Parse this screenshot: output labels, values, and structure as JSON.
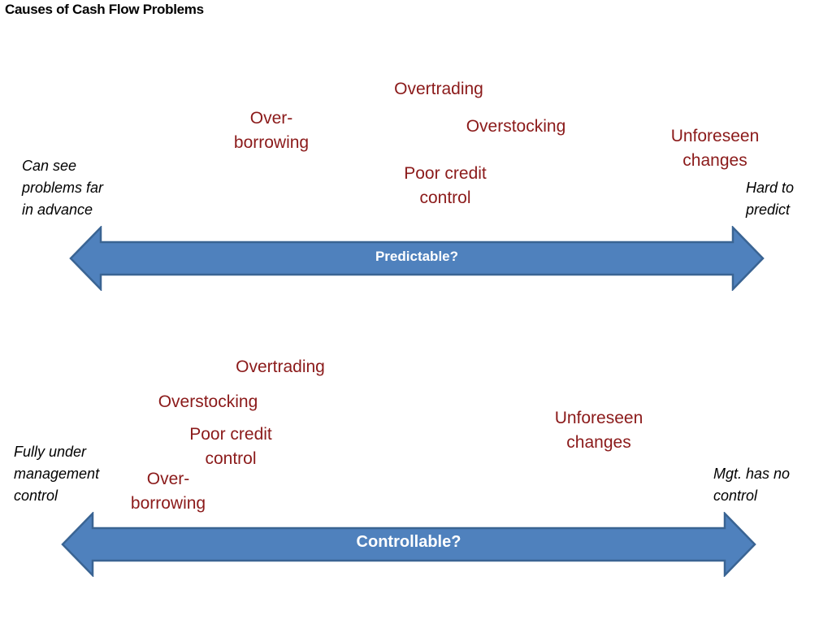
{
  "title": "Causes of Cash Flow Problems",
  "colors": {
    "cause_text": "#8b1a1a",
    "arrow_fill": "#4f81bd",
    "arrow_stroke": "#3a6493"
  },
  "predictable": {
    "axis_label": "Predictable?",
    "left_label": "Can see\nproblems far\nin advance",
    "right_label": "Hard to\npredict",
    "causes": {
      "overtrading": "Overtrading",
      "overborrowing": "Over-\nborrowing",
      "overstocking": "Overstocking",
      "unforeseen": "Unforeseen\nchanges",
      "poor_credit": "Poor credit\ncontrol"
    }
  },
  "controllable": {
    "axis_label": "Controllable?",
    "left_label": "Fully under\nmanagement\ncontrol",
    "right_label": "Mgt. has no\ncontrol",
    "causes": {
      "overtrading": "Overtrading",
      "overstocking": "Overstocking",
      "poor_credit": "Poor credit\ncontrol",
      "overborrowing": "Over-\nborrowing",
      "unforeseen": "Unforeseen\nchanges"
    }
  }
}
